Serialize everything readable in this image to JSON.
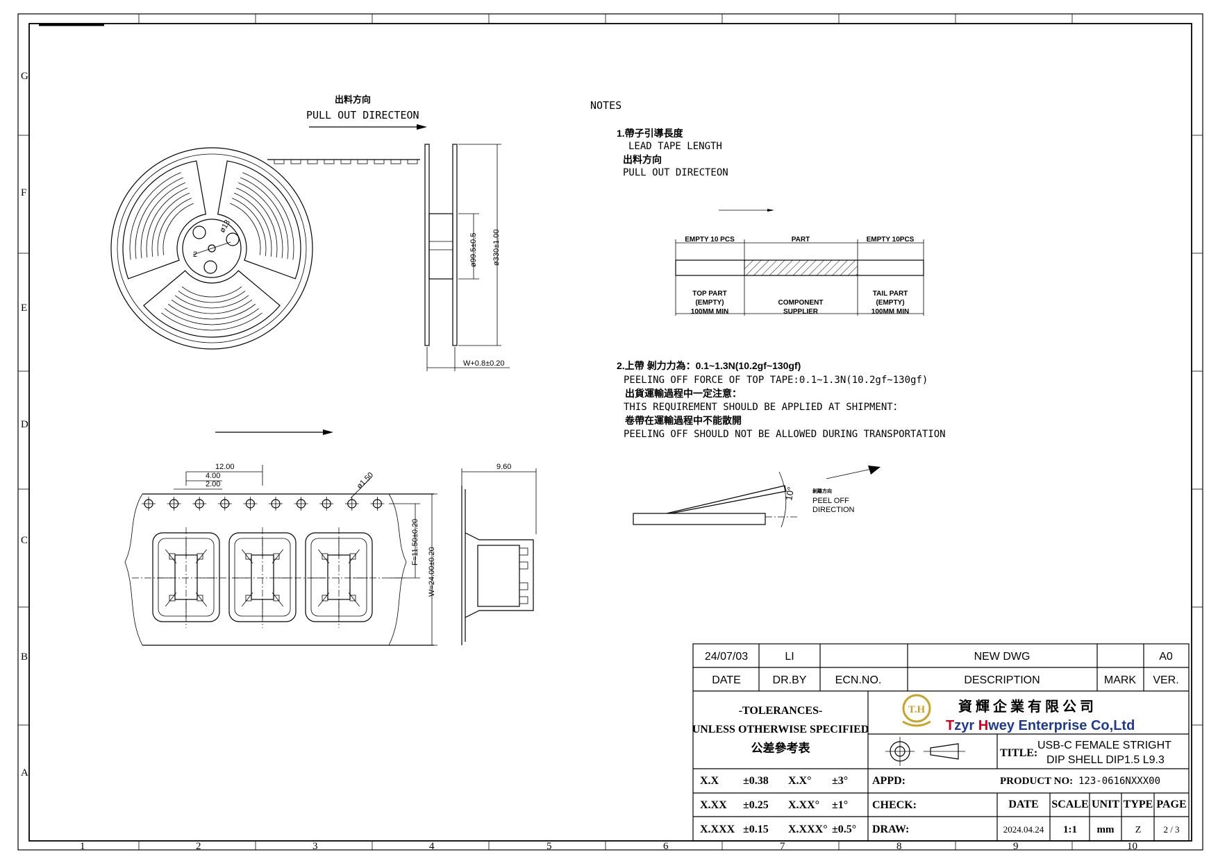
{
  "border": {
    "rows": [
      "G",
      "F",
      "E",
      "D",
      "C",
      "B",
      "A"
    ],
    "cols": [
      "1",
      "2",
      "3",
      "4",
      "5",
      "6",
      "7",
      "8",
      "9",
      "10"
    ]
  },
  "reel_view": {
    "direction_cn": "出料方向",
    "direction_en": "PULL OUT DIRECTEON",
    "hub_dim": "ø13",
    "hub_small": "2",
    "inner_dia": "ø99.5±0.5",
    "outer_dia": "ø330±1.00",
    "width": "W+0.8±0.20"
  },
  "tape_view": {
    "pitch": "12.00",
    "p0": "4.00",
    "p2": "2.00",
    "hole": "ø1.50",
    "f_dim": "F=11.50±0.20",
    "w_dim": "W=24.00±0.20",
    "depth": "9.60"
  },
  "notes": {
    "title": "NOTES",
    "n1_cn": "1.帶子引導長度",
    "n1_en": "LEAD TAPE LENGTH",
    "n1_dir_cn": "出料方向",
    "n1_dir_en": "PULL OUT DIRECTEON",
    "tape_head": [
      "EMPTY 10 PCS",
      "PART",
      "EMPTY 10PCS"
    ],
    "tape_foot": [
      [
        "TOP PART",
        "(EMPTY)",
        "100MM MIN"
      ],
      [
        "COMPONENT",
        "SUPPLIER"
      ],
      [
        "TAIL PART",
        "(EMPTY)",
        "100MM MIN"
      ]
    ],
    "n2_cn": "2.上帶 剝力力為：0.1~1.3N(10.2gf~130gf)",
    "n2_en": "PEELING OFF FORCE OF TOP TAPE:0.1~1.3N(10.2gf~130gf)",
    "n2_cn2": "出貨運輸過程中一定注意：",
    "n2_en2": "THIS REQUIREMENT SHOULD BE APPLIED AT SHIPMENT：",
    "n2_cn3": "卷帶在運輸過程中不能散開",
    "n2_en3": "PEELING OFF SHOULD NOT BE ALLOWED DURING TRANSPORTATION",
    "angle": "10°",
    "peel_cn": "剝離方向",
    "peel_en1": "PEEL OFF",
    "peel_en2": "DIRECTION"
  },
  "title_block": {
    "rev_date": "24/07/03",
    "rev_by": "LI",
    "rev_desc": "NEW DWG",
    "rev_ver": "A0",
    "hdr_date": "DATE",
    "hdr_drby": "DR.BY",
    "hdr_ecn": "ECN.NO.",
    "hdr_desc": "DESCRIPTION",
    "hdr_mark": "MARK",
    "hdr_ver": "VER.",
    "tol_title": "-TOLERANCES-",
    "tol_sub": "UNLESS OTHERWISE SPECIFIED",
    "tol_cn": "公差參考表",
    "logo_text": "T.H",
    "company_cn": "資 輝 企 業 有 限 公 司",
    "company_en_t": "T",
    "company_en_zyr": "zyr ",
    "company_en_h": "H",
    "company_en_rest": "wey Enterprise Co,Ltd",
    "title_label": "TITLE:",
    "title_l1": "USB-C FEMALE  STRIGHT",
    "title_l2": "DIP SHELL DIP1.5 L9.3",
    "tol_rows": [
      [
        "X.X",
        "±0.38",
        "X.X°",
        "±3°"
      ],
      [
        "X.XX",
        "±0.25",
        "X.XX°",
        "±1°"
      ],
      [
        "X.XXX",
        "±0.15",
        "X.XXX°",
        "±0.5°"
      ]
    ],
    "appd": "APPD:",
    "check": "CHECK:",
    "draw": "DRAW:",
    "product_label": "PRODUCT NO:",
    "product_no": "123-0616NXXX00",
    "hdr_date2": "DATE",
    "hdr_scale": "SCALE",
    "hdr_unit": "UNIT",
    "hdr_type": "TYPE",
    "hdr_page": "PAGE",
    "date": "2024.04.24",
    "scale": "1:1",
    "unit": "mm",
    "type": "Z",
    "page": "2 / 3"
  },
  "colors": {
    "logo_gold": "#c9a227",
    "brand_red": "#d0021b",
    "brand_blue": "#1f3a93"
  }
}
